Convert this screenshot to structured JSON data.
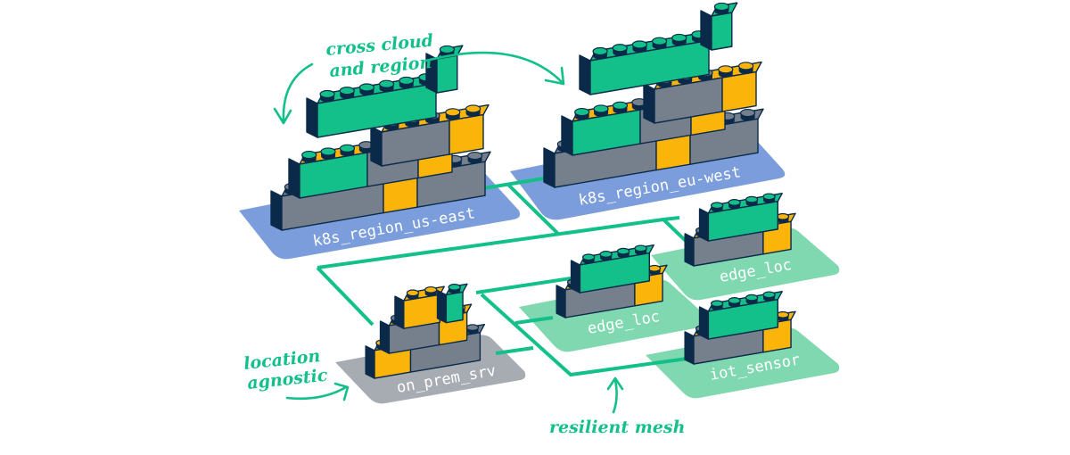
{
  "colors": {
    "accent": "#13c08a",
    "outline": "#0b2a4a",
    "brick_green": "#13c08a",
    "brick_gray": "#76808d",
    "brick_yellow": "#fbb40a",
    "brick_side": "#0b2a4a",
    "plate_region": "#7b9ddb",
    "plate_edge": "#7fd8b0",
    "plate_onprem": "#a7acb3"
  },
  "annotations": {
    "cross_cloud_line1": "cross cloud",
    "cross_cloud_line2": "and region",
    "location_line1": "location",
    "location_line2": "agnostic",
    "resilient_mesh": "resilient mesh"
  },
  "nodes": [
    {
      "id": "us-east",
      "label": "k8s_region_us-east",
      "plate": "region"
    },
    {
      "id": "eu-west",
      "label": "k8s_region_eu-west",
      "plate": "region"
    },
    {
      "id": "edge-1",
      "label": "edge_loc",
      "plate": "edge"
    },
    {
      "id": "edge-2",
      "label": "edge_loc",
      "plate": "edge"
    },
    {
      "id": "iot",
      "label": "iot_sensor",
      "plate": "edge"
    },
    {
      "id": "on-prem",
      "label": "on_prem_srv",
      "plate": "onprem"
    }
  ],
  "stacks": {
    "us-east": [
      [
        [
          "gray",
          3
        ],
        [
          "yellow",
          1
        ],
        [
          "gray",
          2
        ]
      ],
      [
        [
          "green",
          2
        ],
        [
          "gray",
          1.5
        ],
        [
          "yellow",
          1
        ]
      ],
      [
        [
          "gray",
          2
        ],
        [
          "yellow",
          1
        ]
      ],
      [
        [
          "green",
          3.5
        ]
      ],
      [
        [
          "green",
          0.6
        ]
      ]
    ],
    "eu-west": [
      [
        [
          "gray",
          3
        ],
        [
          "yellow",
          1
        ],
        [
          "gray",
          2
        ]
      ],
      [
        [
          "green",
          2
        ],
        [
          "gray",
          1.5
        ],
        [
          "yellow",
          1
        ]
      ],
      [
        [
          "gray",
          2
        ],
        [
          "yellow",
          1
        ]
      ],
      [
        [
          "green",
          3.5
        ]
      ],
      [
        [
          "green",
          0.6
        ]
      ]
    ],
    "edge-1": [
      [
        [
          "gray",
          2.5
        ],
        [
          "yellow",
          1
        ]
      ],
      [
        [
          "green",
          2.5
        ]
      ]
    ],
    "edge-2": [
      [
        [
          "gray",
          2.5
        ],
        [
          "yellow",
          1
        ]
      ],
      [
        [
          "green",
          2.5
        ]
      ]
    ],
    "iot": [
      [
        [
          "gray",
          2.5
        ],
        [
          "yellow",
          1
        ]
      ],
      [
        [
          "green",
          2.5
        ]
      ]
    ],
    "on-prem": [
      [
        [
          "yellow",
          1.3
        ],
        [
          "gray",
          2.5
        ]
      ],
      [
        [
          "gray",
          1.8
        ],
        [
          "yellow",
          1
        ]
      ],
      [
        [
          "yellow",
          1.3
        ]
      ],
      [
        [
          "green",
          0.6
        ]
      ]
    ]
  }
}
